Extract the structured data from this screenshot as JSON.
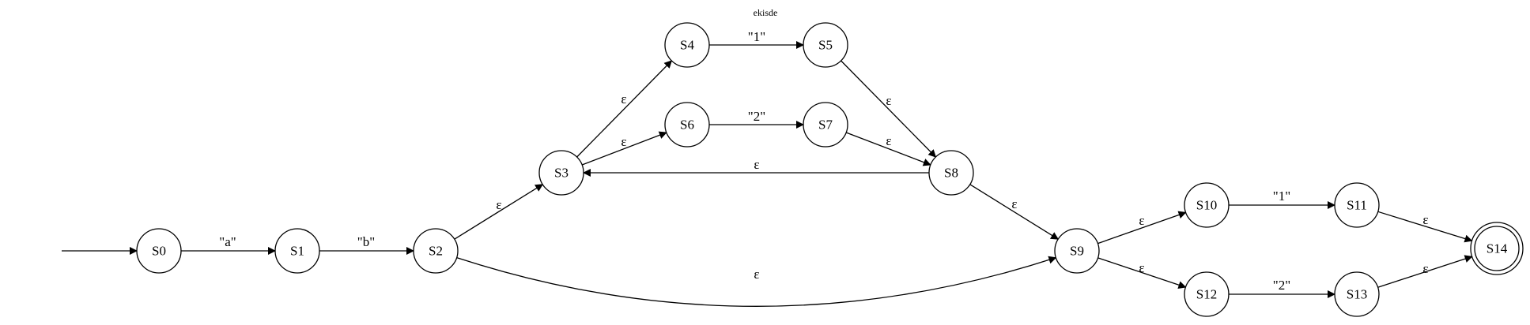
{
  "title": "ekisde",
  "colors": {
    "stroke": "#000000",
    "background": "#ffffff"
  },
  "start_node": "S0",
  "accepting_nodes": [
    "S14"
  ],
  "nodes": [
    {
      "id": "S0",
      "label": "S0"
    },
    {
      "id": "S1",
      "label": "S1"
    },
    {
      "id": "S2",
      "label": "S2"
    },
    {
      "id": "S3",
      "label": "S3"
    },
    {
      "id": "S4",
      "label": "S4"
    },
    {
      "id": "S5",
      "label": "S5"
    },
    {
      "id": "S6",
      "label": "S6"
    },
    {
      "id": "S7",
      "label": "S7"
    },
    {
      "id": "S8",
      "label": "S8"
    },
    {
      "id": "S9",
      "label": "S9"
    },
    {
      "id": "S10",
      "label": "S10"
    },
    {
      "id": "S11",
      "label": "S11"
    },
    {
      "id": "S12",
      "label": "S12"
    },
    {
      "id": "S13",
      "label": "S13"
    },
    {
      "id": "S14",
      "label": "S14"
    }
  ],
  "edges": [
    {
      "from": "S0",
      "to": "S1",
      "label": "\"a\""
    },
    {
      "from": "S1",
      "to": "S2",
      "label": "\"b\""
    },
    {
      "from": "S2",
      "to": "S3",
      "label": "ε"
    },
    {
      "from": "S2",
      "to": "S9",
      "label": "ε"
    },
    {
      "from": "S3",
      "to": "S4",
      "label": "ε"
    },
    {
      "from": "S3",
      "to": "S6",
      "label": "ε"
    },
    {
      "from": "S4",
      "to": "S5",
      "label": "\"1\""
    },
    {
      "from": "S6",
      "to": "S7",
      "label": "\"2\""
    },
    {
      "from": "S5",
      "to": "S8",
      "label": "ε"
    },
    {
      "from": "S7",
      "to": "S8",
      "label": "ε"
    },
    {
      "from": "S8",
      "to": "S3",
      "label": "ε"
    },
    {
      "from": "S8",
      "to": "S9",
      "label": "ε"
    },
    {
      "from": "S9",
      "to": "S10",
      "label": "ε"
    },
    {
      "from": "S9",
      "to": "S12",
      "label": "ε"
    },
    {
      "from": "S10",
      "to": "S11",
      "label": "\"1\""
    },
    {
      "from": "S12",
      "to": "S13",
      "label": "\"2\""
    },
    {
      "from": "S11",
      "to": "S14",
      "label": "ε"
    },
    {
      "from": "S13",
      "to": "S14",
      "label": "ε"
    }
  ]
}
